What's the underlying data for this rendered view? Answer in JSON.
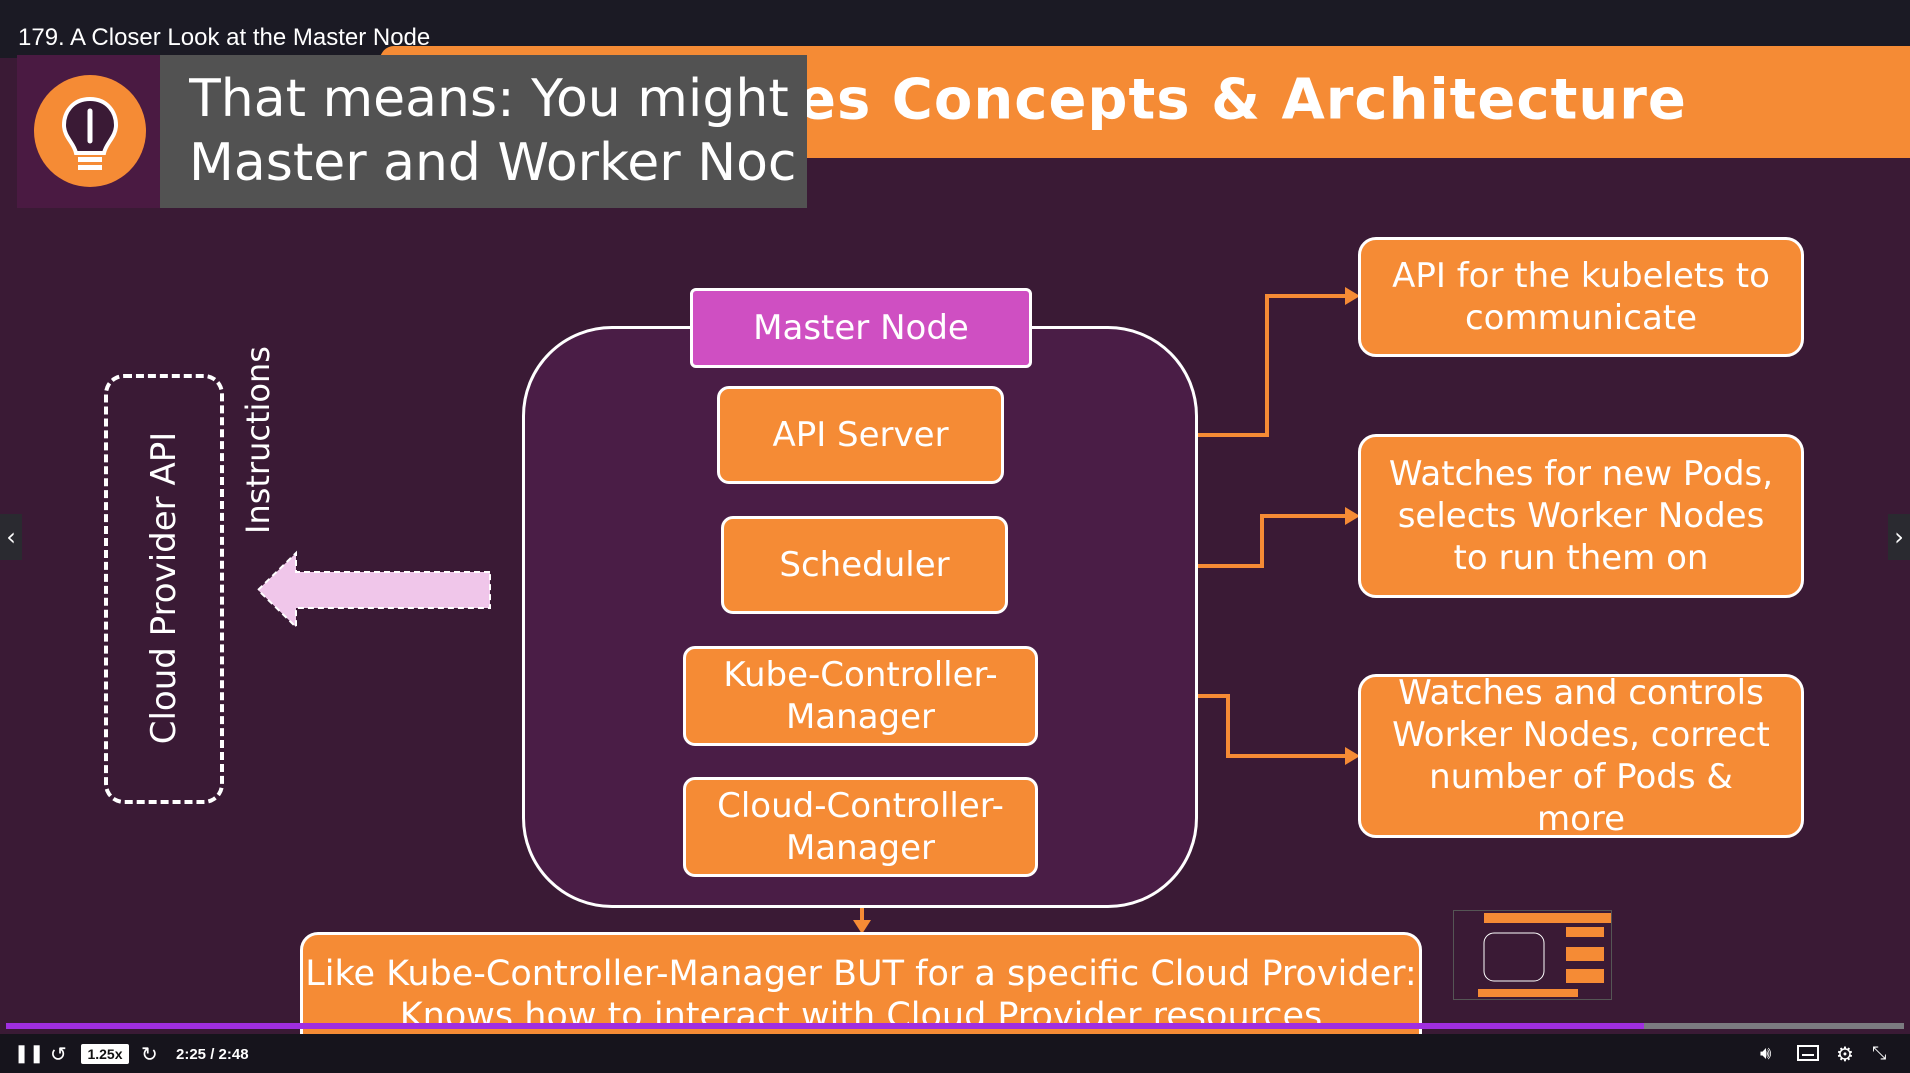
{
  "player": {
    "lecture_title": "179. A Closer Look at the Master Node",
    "speed": "1.25x",
    "time": "2:25 / 2:48",
    "progress": 0.863
  },
  "slide": {
    "title": "es Concepts & Architecture",
    "tip_text": "That means: You might\nMaster and Worker Noc",
    "master_node": "Master Node",
    "api_server": "API Server",
    "scheduler": "Scheduler",
    "kube_controller_manager": "Kube-Controller-\nManager",
    "cloud_controller_manager": "Cloud-Controller-\nManager",
    "cloud_provider_api": "Cloud Provider API",
    "instructions": "Instructions",
    "desc_api": "API for the kubelets to communicate",
    "desc_scheduler": "Watches for new Pods, selects Worker Nodes to run them on",
    "desc_kcm": "Watches and controls Worker Nodes, correct number of Pods & more",
    "desc_ccm": "Like Kube-Controller-Manager BUT for a specific Cloud Provider:\nKnows how to interact with Cloud Provider resources"
  },
  "colors": {
    "orange": "#f58b35",
    "magenta": "#cf4fc2",
    "background": "#3a1a35",
    "progress": "#a02ee0"
  },
  "icons": [
    "lightbulb-icon",
    "pause-icon",
    "rewind-icon",
    "forward-icon",
    "volume-icon",
    "captions-icon",
    "settings-icon",
    "fullscreen-icon",
    "chevron-left-icon",
    "chevron-right-icon"
  ]
}
